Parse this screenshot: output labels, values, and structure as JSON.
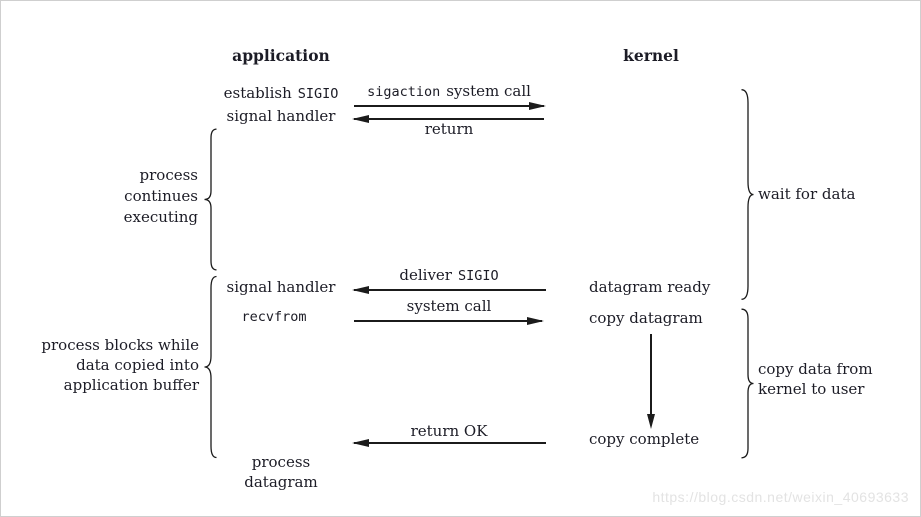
{
  "diagram": {
    "headers": {
      "application": "application",
      "kernel": "kernel"
    },
    "application_column": {
      "establish_pre": "establish",
      "establish_mono": "SIGIO",
      "establish_line2": "signal handler",
      "signal_handler": "signal handler",
      "recvfrom": "recvfrom",
      "process_datagram": [
        "process",
        "datagram"
      ]
    },
    "kernel_column": {
      "datagram_ready": "datagram ready",
      "copy_datagram": "copy datagram",
      "copy_complete": "copy complete"
    },
    "arrows": {
      "sigaction_mono": "sigaction",
      "sigaction_rest": "system call",
      "return_label": "return",
      "deliver_pre": "deliver",
      "deliver_mono": "SIGIO",
      "system_call_label": "system call",
      "return_ok_label": "return OK"
    },
    "braces": {
      "process_continues": [
        "process",
        "continues",
        "executing"
      ],
      "process_blocks": [
        "process blocks while",
        "data copied into",
        "application buffer"
      ],
      "wait_for_data": "wait for data",
      "copy_data": [
        "copy data from",
        "kernel to user"
      ]
    },
    "watermark": "https://blog.csdn.net/weixin_40693633",
    "colors": {
      "text": "#1c1c26",
      "line": "#1b1b1b",
      "watermark": "#e3e3e3",
      "border": "#cfcfcf"
    }
  }
}
